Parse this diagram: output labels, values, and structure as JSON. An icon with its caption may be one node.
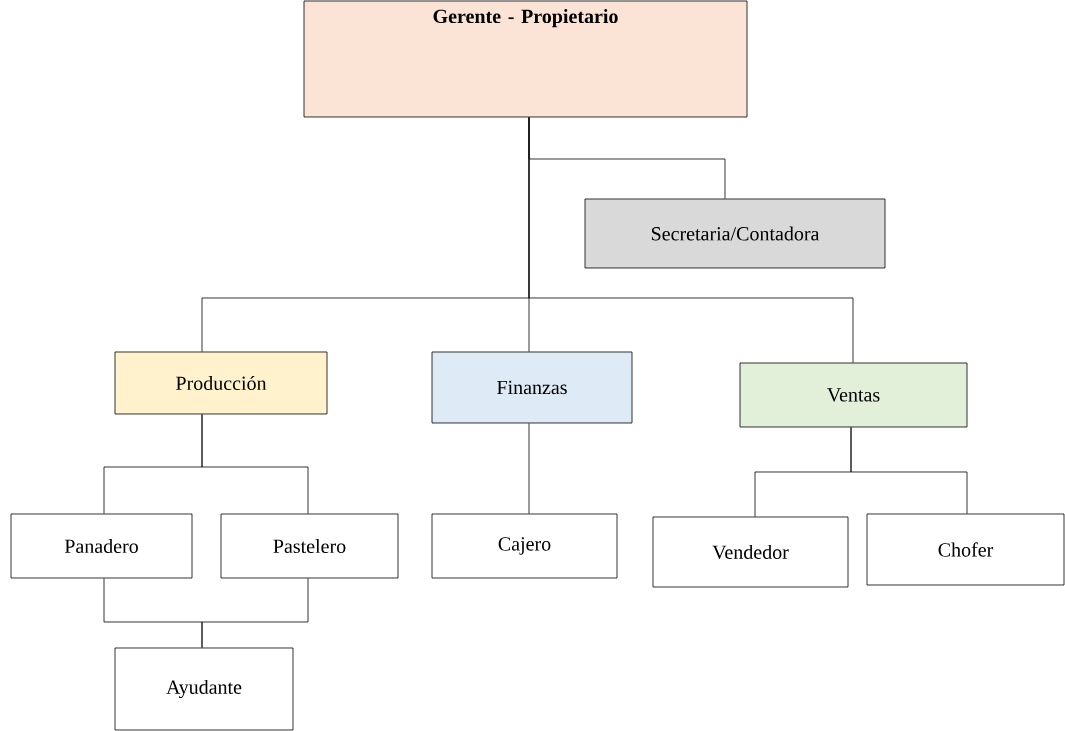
{
  "diagram": {
    "nodes": [
      {
        "text": [
          "Gerente - Propietario"
        ]
      },
      {
        "text": [
          "Secretaria/Contadora"
        ]
      },
      {
        "text": [
          "Producción"
        ]
      },
      {
        "text": [
          "Finanzas"
        ]
      },
      {
        "text": [
          "Ventas"
        ]
      },
      {
        "text": [
          "Panadero"
        ]
      },
      {
        "text": [
          "Pastelero"
        ]
      },
      {
        "text": [
          "Cajero"
        ]
      },
      {
        "text": [
          "Vendedor"
        ]
      },
      {
        "text": [
          "Chofer"
        ]
      },
      {
        "text": [
          "Ayudante"
        ]
      }
    ],
    "edges": [
      {
        "from": 0,
        "to": 1,
        "arrow": "none"
      },
      {
        "from": 0,
        "to": 2,
        "arrow": "none"
      },
      {
        "from": 0,
        "to": 3,
        "arrow": "none"
      },
      {
        "from": 0,
        "to": 4,
        "arrow": "none"
      },
      {
        "from": 2,
        "to": 5,
        "arrow": "none"
      },
      {
        "from": 2,
        "to": 6,
        "arrow": "none"
      },
      {
        "from": 3,
        "to": 7,
        "arrow": "none"
      },
      {
        "from": 4,
        "to": 8,
        "arrow": "none"
      },
      {
        "from": 4,
        "to": 9,
        "arrow": "none"
      },
      {
        "from": 5,
        "to": 10,
        "arrow": "none"
      },
      {
        "from": 6,
        "to": 10,
        "arrow": "none"
      }
    ]
  }
}
